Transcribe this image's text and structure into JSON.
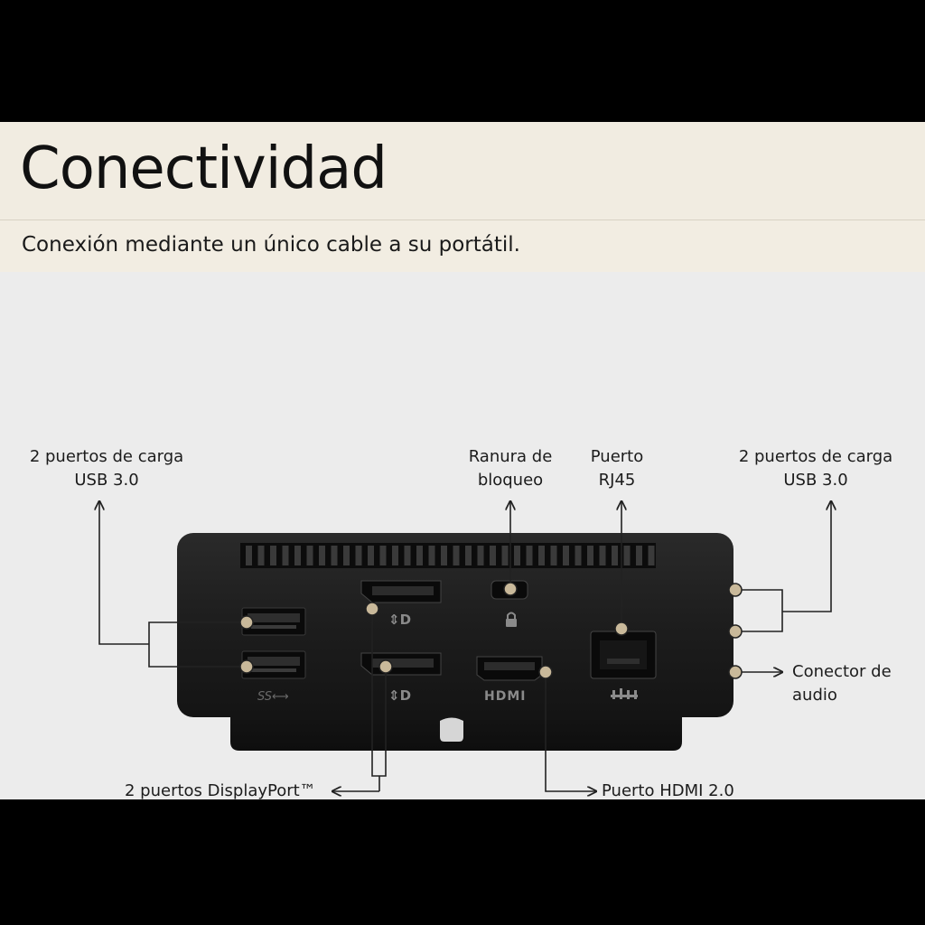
{
  "title": "Conectividad",
  "subtitle": "Conexión mediante un único cable a su portátil.",
  "callouts": {
    "usb_left_1": "2 puertos de carga",
    "usb_left_2": "USB 3.0",
    "lock_1": "Ranura de",
    "lock_2": "bloqueo",
    "rj45_1": "Puerto",
    "rj45_2": "RJ45",
    "usb_right_1": "2 puertos de carga",
    "usb_right_2": "USB 3.0",
    "audio_1": "Conector de",
    "audio_2": "audio",
    "displayport": "2 puertos DisplayPort™",
    "hdmi": "Puerto HDMI 2.0"
  },
  "port_marks": {
    "usb": "SS⟷",
    "hdmi": "HDMI"
  },
  "colors": {
    "background": "#000000",
    "panel": "#ececec",
    "header": "#f1ece1",
    "device": "#1b1b1b",
    "dot": "#c9b99a"
  }
}
